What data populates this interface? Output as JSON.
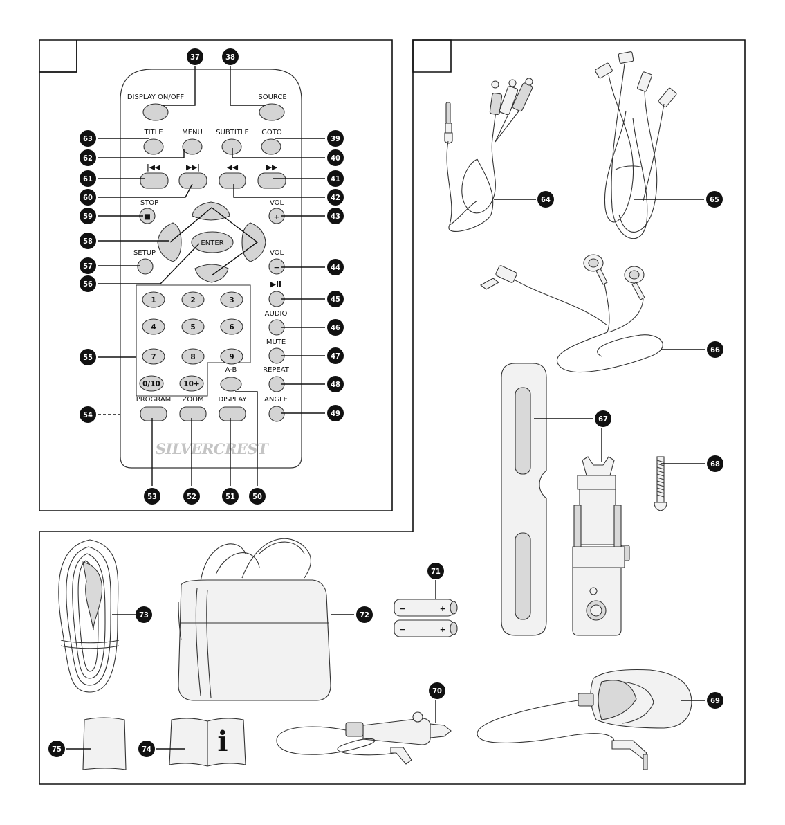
{
  "remote": {
    "labels": {
      "display_on_off": "DISPLAY ON/OFF",
      "source": "SOURCE",
      "title": "TITLE",
      "menu": "MENU",
      "subtitle": "SUBTITLE",
      "goto": "GOTO",
      "stop": "STOP",
      "vol_up": "VOL",
      "vol_down": "VOL",
      "setup": "SETUP",
      "enter": "ENTER",
      "audio": "AUDIO",
      "mute": "MUTE",
      "a_b": "A-B",
      "repeat": "REPEAT",
      "program": "PROGRAM",
      "zoom": "ZOOM",
      "display": "DISPLAY",
      "angle": "ANGLE"
    },
    "symbols": {
      "prev": "|◀◀",
      "next": "▶▶|",
      "rew": "◀◀",
      "ff": "▶▶",
      "stop": "■",
      "plus": "+",
      "minus": "−",
      "play_pause": "▶II"
    },
    "digits": [
      "1",
      "2",
      "3",
      "4",
      "5",
      "6",
      "7",
      "8",
      "9",
      "0/10",
      "10+"
    ],
    "brand": "SILVERCREST"
  },
  "callouts": {
    "n37": "37",
    "n38": "38",
    "n39": "39",
    "n40": "40",
    "n41": "41",
    "n42": "42",
    "n43": "43",
    "n44": "44",
    "n45": "45",
    "n46": "46",
    "n47": "47",
    "n48": "48",
    "n49": "49",
    "n50": "50",
    "n51": "51",
    "n52": "52",
    "n53": "53",
    "n54": "54",
    "n55": "55",
    "n56": "56",
    "n57": "57",
    "n58": "58",
    "n59": "59",
    "n60": "60",
    "n61": "61",
    "n62": "62",
    "n63": "63",
    "n64": "64",
    "n65": "65",
    "n66": "66",
    "n67": "67",
    "n68": "68",
    "n69": "69",
    "n70": "70",
    "n71": "71",
    "n72": "72",
    "n73": "73",
    "n74": "74",
    "n75": "75"
  },
  "battery": {
    "minus": "−",
    "plus": "+"
  },
  "manual_icon": "i"
}
